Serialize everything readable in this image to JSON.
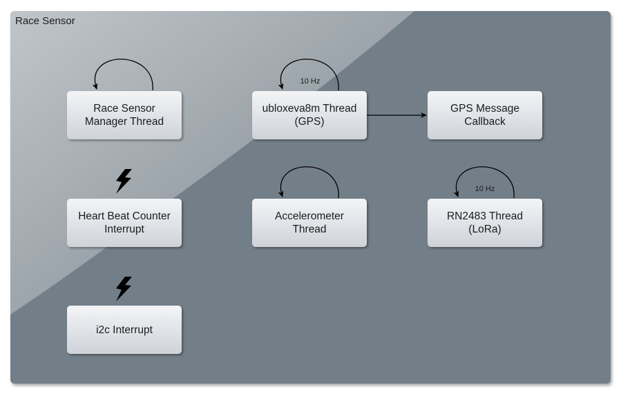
{
  "container": {
    "title": "Race Sensor"
  },
  "nodes": {
    "race_sensor_manager": "Race Sensor\nManager Thread",
    "ublox": "ubloxeva8m Thread\n(GPS)",
    "gps_callback": "GPS Message\nCallback",
    "heart_beat": "Heart Beat Counter\nInterrupt",
    "accelerometer": "Accelerometer\nThread",
    "rn2483": "RN2483 Thread\n(LoRa)",
    "i2c": "i2c Interrupt"
  },
  "loop_labels": {
    "ublox": "10 Hz",
    "rn2483": "10 Hz"
  },
  "icons": {
    "interrupt": "lightning-bolt"
  },
  "colors": {
    "container_bg": "#737f88",
    "node_bg": "#e3e6ea",
    "ink": "#000000"
  }
}
